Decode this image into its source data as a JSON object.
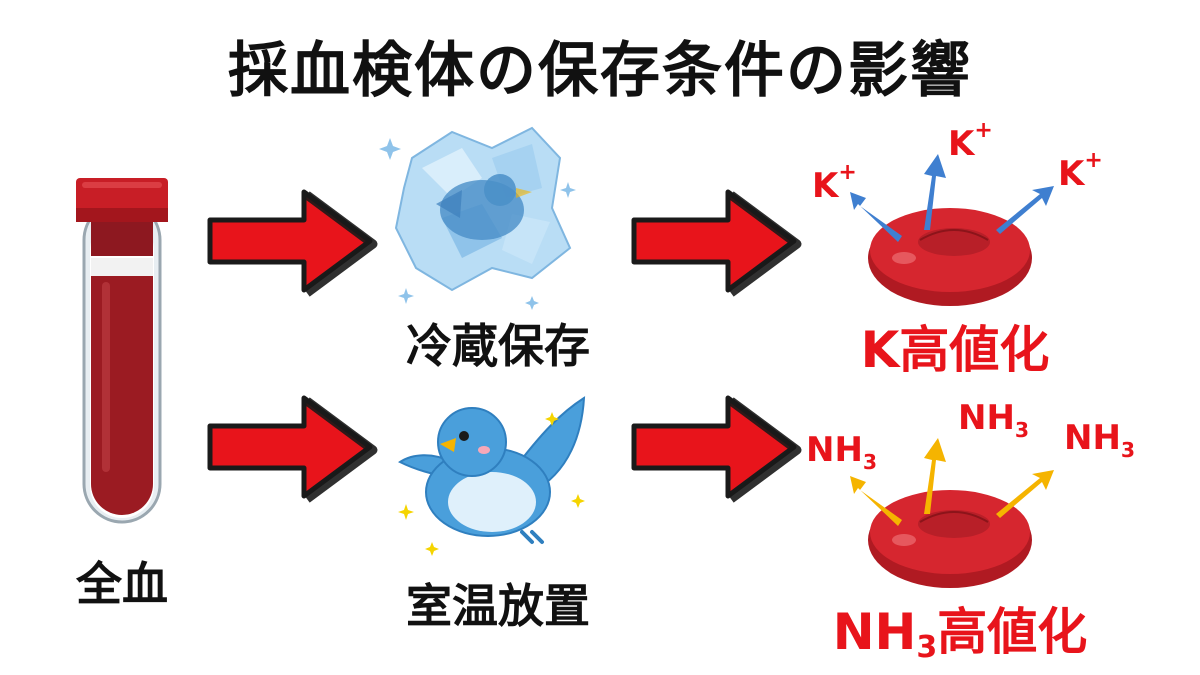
{
  "title": "採血検体の保存条件の影響",
  "tube": {
    "label": "全血"
  },
  "top_row": {
    "condition_label": "冷蔵保存",
    "result_label": "K高値化",
    "ions": [
      {
        "base": "K",
        "charge": "+"
      },
      {
        "base": "K",
        "charge": "+"
      },
      {
        "base": "K",
        "charge": "+"
      }
    ]
  },
  "bottom_row": {
    "condition_label": "室温放置",
    "result_prefix": "NH",
    "result_sub": "3",
    "result_suffix": "高値化",
    "ions": [
      {
        "base": "NH",
        "sub": "3"
      },
      {
        "base": "NH",
        "sub": "3"
      },
      {
        "base": "NH",
        "sub": "3"
      }
    ]
  },
  "colors": {
    "arrow_red": "#e8141b",
    "arrow_stroke": "#1a1a1a",
    "blood": "#9b1b22",
    "cap": "#c81e26",
    "ice_blue": "#8fc3ea",
    "bird_blue": "#4a9fdb",
    "rbc_red": "#c8202a",
    "k_arrow_blue": "#3f7fd0",
    "nh3_arrow_yellow": "#f5b400",
    "label_red": "#e8141b"
  }
}
